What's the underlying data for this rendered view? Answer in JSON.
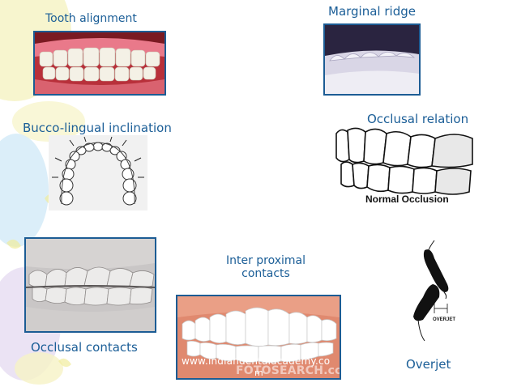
{
  "slide": {
    "labels": {
      "tooth_alignment": "Tooth alignment",
      "marginal_ridge": "Marginal ridge",
      "bucco_lingual": "Bucco-lingual inclination",
      "occlusal_relation": "Occlusal relation",
      "inter_proximal_line1": "Inter proximal",
      "inter_proximal_line2": "contacts",
      "occlusal_contacts": "Occlusal contacts",
      "overjet": "Overjet"
    },
    "figure_text": {
      "normal_occlusion": "Normal Occlusion",
      "overjet_mark": "OVERJET",
      "watermark_line1": "www.indiandentalacademy.co",
      "watermark_line2": "m",
      "stock_mark": "FOTOSEARCH.com"
    },
    "colors": {
      "label": "#1b5e97",
      "frame": "#1c5c94",
      "accent_yellow": "#f3f0b8",
      "accent_blue": "#cfe7f6",
      "accent_purple": "#e6dcf2"
    }
  }
}
